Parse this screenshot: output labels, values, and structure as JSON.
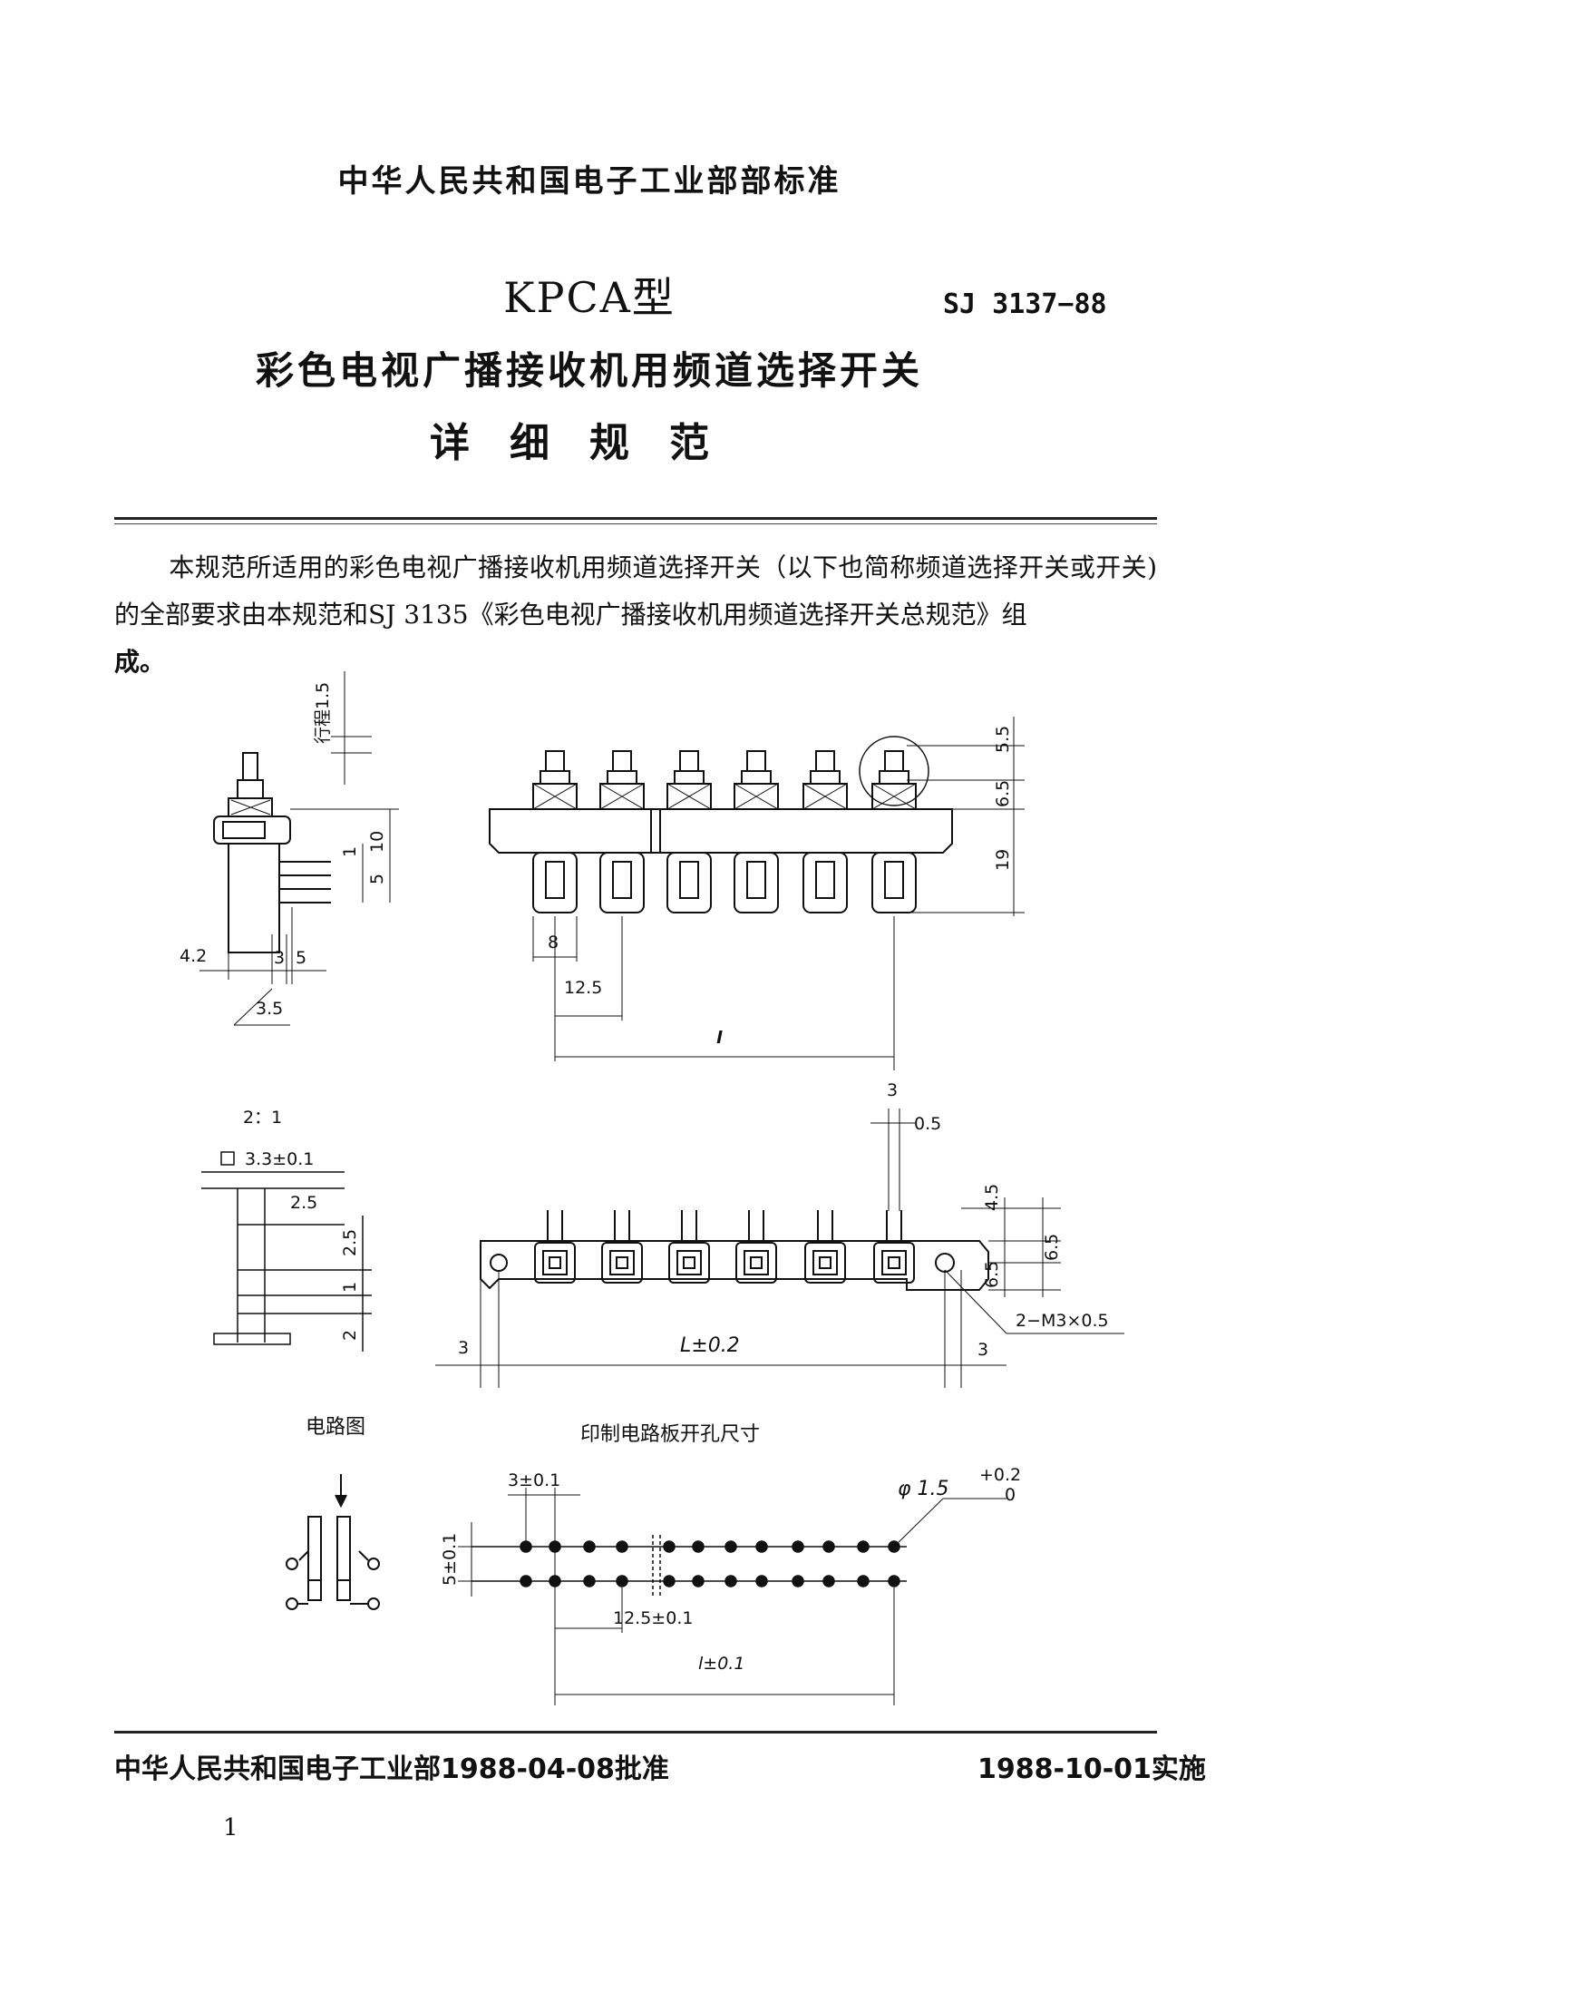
{
  "header": {
    "issuer": "中华人民共和国电子工业部部标准",
    "model": "KPCA型",
    "standard_number": "SJ 3137−88",
    "title_line1": "彩色电视广播接收机用频道选择开关",
    "title_line2": "详细规范"
  },
  "intro": {
    "text": "本规范所适用的彩色电视广播接收机用频道选择开关（以下也简称频道选择开关或开关)的全部要求由本规范和SJ 3135《彩色电视广播接收机用频道选择开关总规范》组",
    "tail": "成。"
  },
  "drawing": {
    "labels": {
      "stroke": "行程1.5",
      "d42": "4.2",
      "d3": "3",
      "d5": "5",
      "d35": "3.5",
      "d1": "1",
      "d10": "10",
      "d5b": "5",
      "d55": "5.5",
      "d65": "6.5",
      "d19": "19",
      "d8": "8",
      "d125": "12.5",
      "l": "l",
      "scale": "2：1",
      "sq": "3.3±0.1",
      "d25": "2.5",
      "d25b": "2.5",
      "d1b": "1",
      "d2": "2",
      "top3": "3",
      "d05": "0.5",
      "d45": "4.5",
      "d65b": "6.5",
      "d65c": "6.5",
      "L": "L±0.2",
      "left3": "3",
      "right3": "3",
      "screw": "2−M3×0.5",
      "circuit": "电路图",
      "pcb": "印制电路板开孔尺寸",
      "pitch3": "3±0.1",
      "hole": "φ 1.5",
      "tol_plus": "+0.2",
      "tol_zero": "0",
      "rowgap": "5±0.1",
      "pitch125": "12.5±0.1",
      "l01": "l±0.1"
    }
  },
  "footer": {
    "approved": "中华人民共和国电子工业部1988-04-08批准",
    "effective": "1988-10-01实施",
    "page": "1"
  }
}
